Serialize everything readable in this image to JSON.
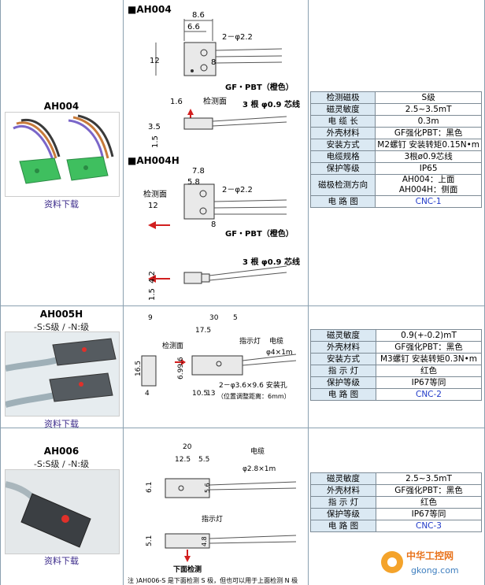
{
  "rows": [
    {
      "model": "AH004",
      "subtitle": "",
      "download": "资料下载",
      "drawing": {
        "title_a": "■AH004",
        "title_b": "■AH004H",
        "dims_a": [
          "8.6",
          "6.6",
          "2－φ2.2",
          "12",
          "8",
          "GF・PBT（橙色）",
          "1.6",
          "检测面",
          "3 根 φ0.9 芯线",
          "3.5",
          "1.5"
        ],
        "dims_b": [
          "7.8",
          "5.8",
          "2－φ2.2",
          "检测面",
          "12",
          "8",
          "GF・PBT（橙色）",
          "3 根 φ0.9 芯线",
          "4.2",
          "1.5"
        ]
      },
      "specs": [
        {
          "k": "检测磁极",
          "v": "S级"
        },
        {
          "k": "磁灵敏度",
          "v": "2.5~3.5mT"
        },
        {
          "k": "电 缆 长",
          "v": "0.3m"
        },
        {
          "k": "外壳材料",
          "v": "GF强化PBT：黑色"
        },
        {
          "k": "安装方式",
          "v": "M2螺钉 安装转矩0.15N•m"
        },
        {
          "k": "电缆规格",
          "v": "3根ø0.9芯线"
        },
        {
          "k": "保护等级",
          "v": "IP65"
        },
        {
          "k": "磁极检测方向",
          "v": "AH004：上面",
          "v2": "AH004H：侧面"
        },
        {
          "k": "电 路 图",
          "v": "CNC-1",
          "link": true
        }
      ]
    },
    {
      "model": "AH005H",
      "subtitle": "-S:S级 / -N:级",
      "download": "资料下载",
      "drawing": {
        "labels": [
          "9",
          "30",
          "5",
          "17.5",
          "指示灯",
          "电缆",
          "检测面",
          "φ4×1m",
          "16.5",
          "6.99.6",
          "2－φ3.6×9.6 安装孔",
          "（位置调整距离：6mm）",
          "4",
          "10.5",
          "13"
        ]
      },
      "specs": [
        {
          "k": "磁灵敏度",
          "v": "0.9(+-0.2)mT"
        },
        {
          "k": "外壳材料",
          "v": "GF强化PBT：黑色"
        },
        {
          "k": "安装方式",
          "v": "M3螺钉 安装转矩0.3N•m"
        },
        {
          "k": "指 示 灯",
          "v": "红色"
        },
        {
          "k": "保护等级",
          "v": "IP67等同"
        },
        {
          "k": "电 路 图",
          "v": "CNC-2",
          "link": true
        }
      ]
    },
    {
      "model": "AH006",
      "subtitle": "-S:S级 / -N:级",
      "download": "资料下载",
      "drawing": {
        "labels": [
          "20",
          "12.5",
          "5.5",
          "电缆",
          "φ2.8×1m",
          "6.1",
          "5.6",
          "指示灯",
          "5.1",
          "4.8",
          "下面检测"
        ],
        "note": "注 )AH006-S 是下面检测 S 极，但也可以用于上面检测 N 极"
      },
      "specs": [
        {
          "k": "磁灵敏度",
          "v": "2.5~3.5mT"
        },
        {
          "k": "外壳材料",
          "v": "GF强化PBT：黑色"
        },
        {
          "k": "指 示 灯",
          "v": "红色"
        },
        {
          "k": "保护等级",
          "v": "IP67等同"
        },
        {
          "k": "电 路 图",
          "v": "CNC-3",
          "link": true
        }
      ]
    }
  ],
  "watermark": {
    "line1": "中华工控网",
    "line2": "gkong.com"
  },
  "colors": {
    "grid": "#8aa0b0",
    "key_bg": "#dbe9f3",
    "link": "#1f39c8",
    "arrow": "#d21f1f"
  }
}
